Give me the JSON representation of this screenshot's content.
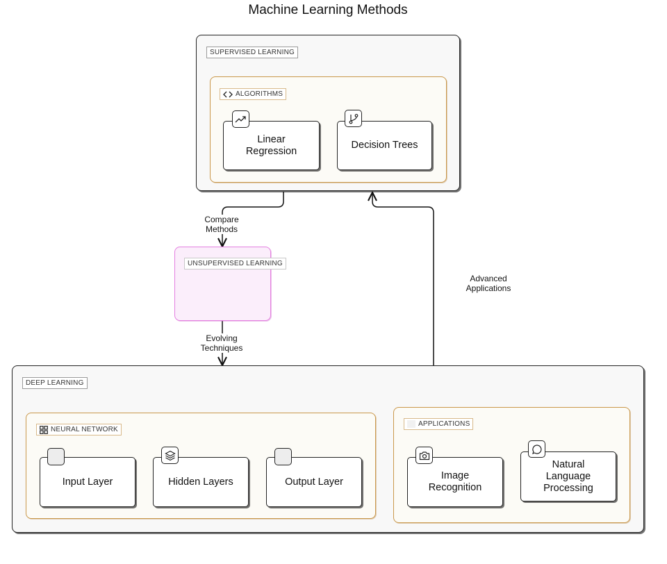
{
  "title": "Machine Learning Methods",
  "groups": {
    "supervised": "SUPERVISED LEARNING",
    "algorithms": "ALGORITHMS",
    "unsupervised": "UNSUPERVISED LEARNING",
    "deep": "DEEP LEARNING",
    "neural": "NEURAL NETWORK",
    "applications": "APPLICATIONS"
  },
  "nodes": {
    "linear": "Linear Regression",
    "decision": "Decision Trees",
    "input": "Input Layer",
    "hidden": "Hidden Layers",
    "output": "Output Layer",
    "image": "Image Recognition",
    "nlp": "Natural Language Processing"
  },
  "edges": {
    "compare": "Compare Methods",
    "evolving": "Evolving Techniques",
    "advanced": "Advanced Applications"
  },
  "icons": {
    "algorithms": "code-icon",
    "linear": "trending-up-icon",
    "decision": "git-branch-icon",
    "neural": "grid-icon",
    "hidden": "layers-icon",
    "image": "camera-icon",
    "nlp": "message-circle-icon"
  },
  "colors": {
    "group_border": "#222222",
    "subgroup_border": "#c9974a",
    "unsupervised_border": "#e47fe0",
    "unsupervised_fill": "#fbeefb"
  }
}
